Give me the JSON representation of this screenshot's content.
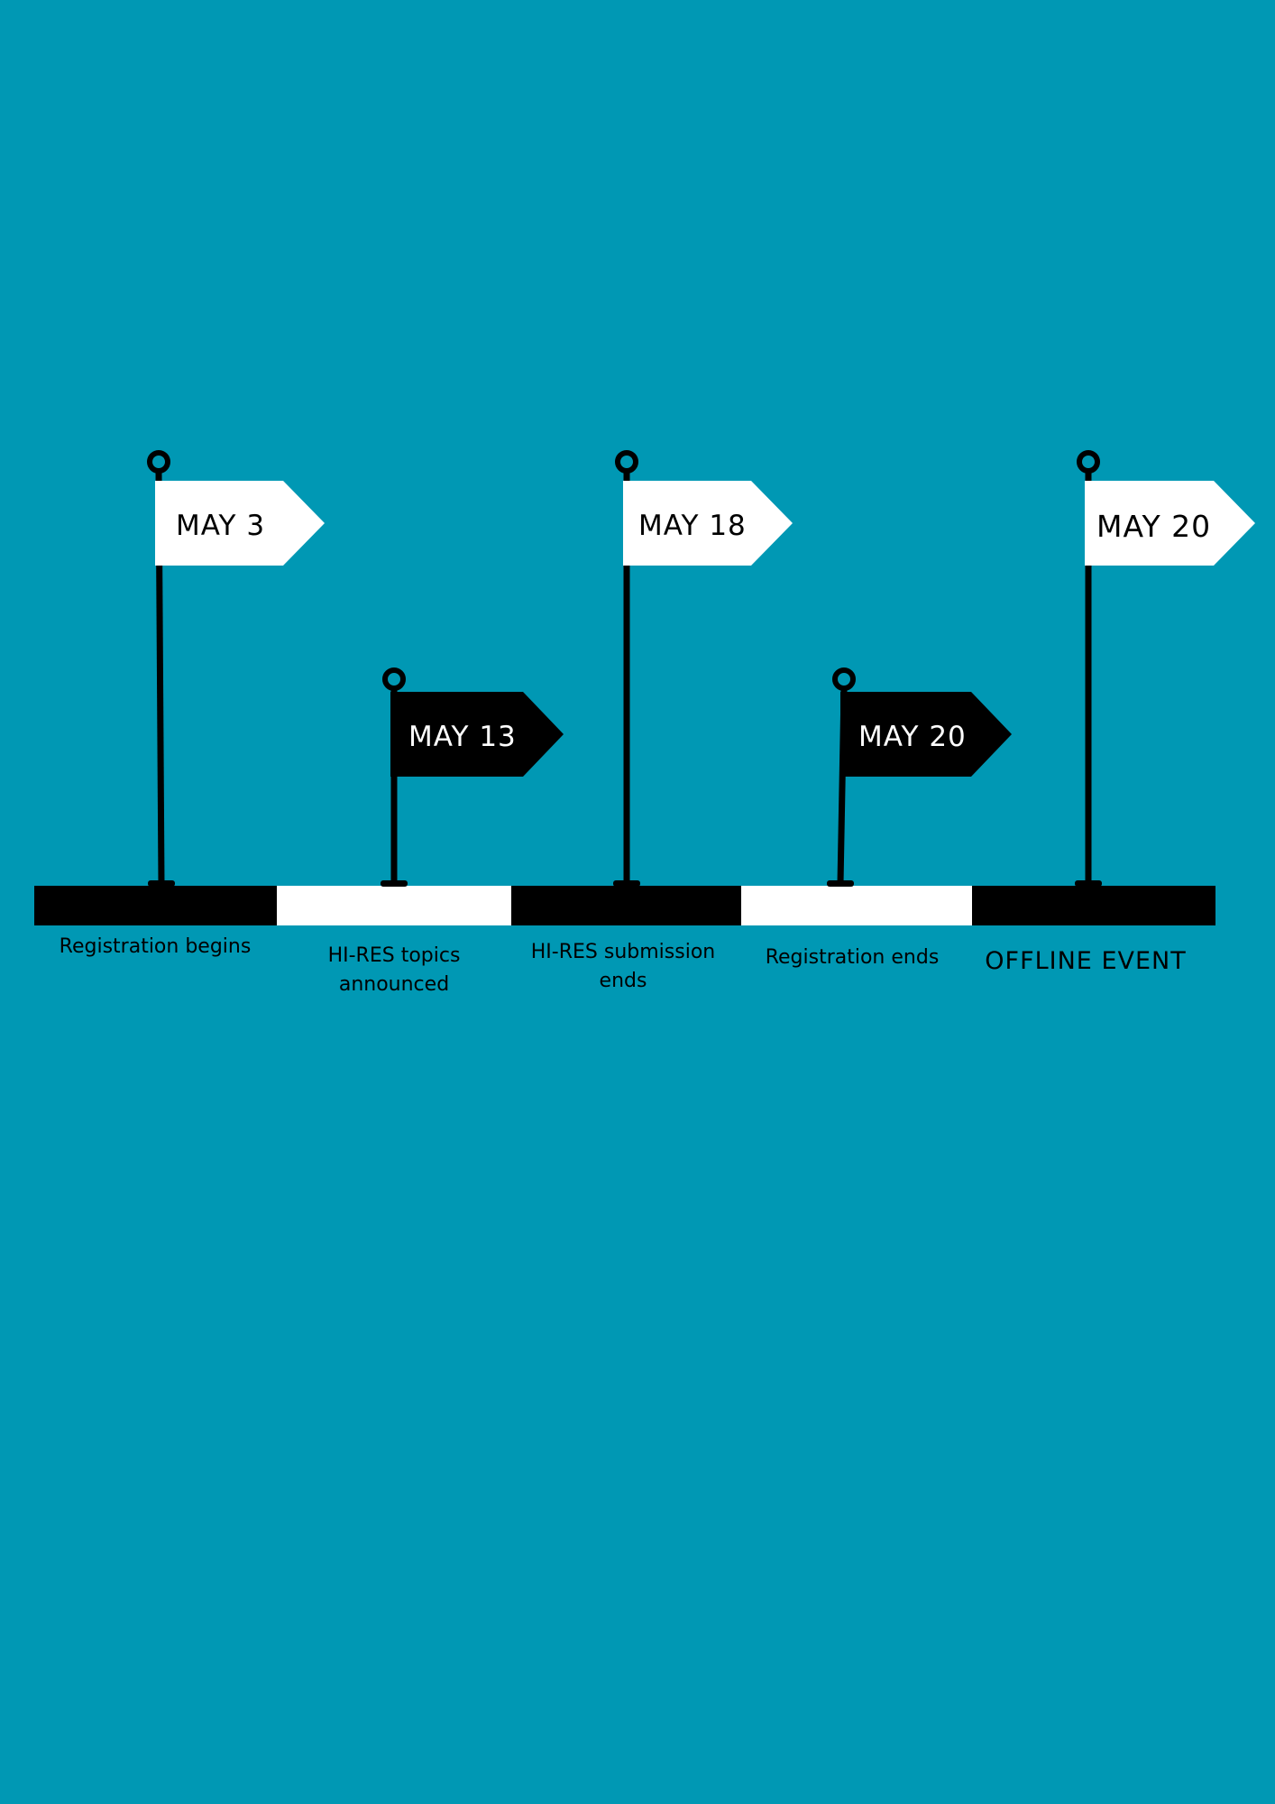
{
  "colors": {
    "background": "#0098b4",
    "black": "#000000",
    "white": "#ffffff"
  },
  "milestones": [
    {
      "date": "MAY 3",
      "flag_style": "white",
      "label_lines": [
        "Registration begins"
      ]
    },
    {
      "date": "MAY 13",
      "flag_style": "black",
      "label_lines": [
        "HI-RES topics",
        "announced"
      ]
    },
    {
      "date": "MAY 18",
      "flag_style": "white",
      "label_lines": [
        "HI-RES submission",
        "ends"
      ]
    },
    {
      "date": "MAY 20",
      "flag_style": "black",
      "label_lines": [
        "Registration ends"
      ]
    },
    {
      "date": "MAY 20",
      "flag_style": "white",
      "label_lines": [
        "OFFLINE EVENT"
      ]
    }
  ],
  "bar_segments": [
    "black",
    "white",
    "black",
    "white",
    "black"
  ]
}
